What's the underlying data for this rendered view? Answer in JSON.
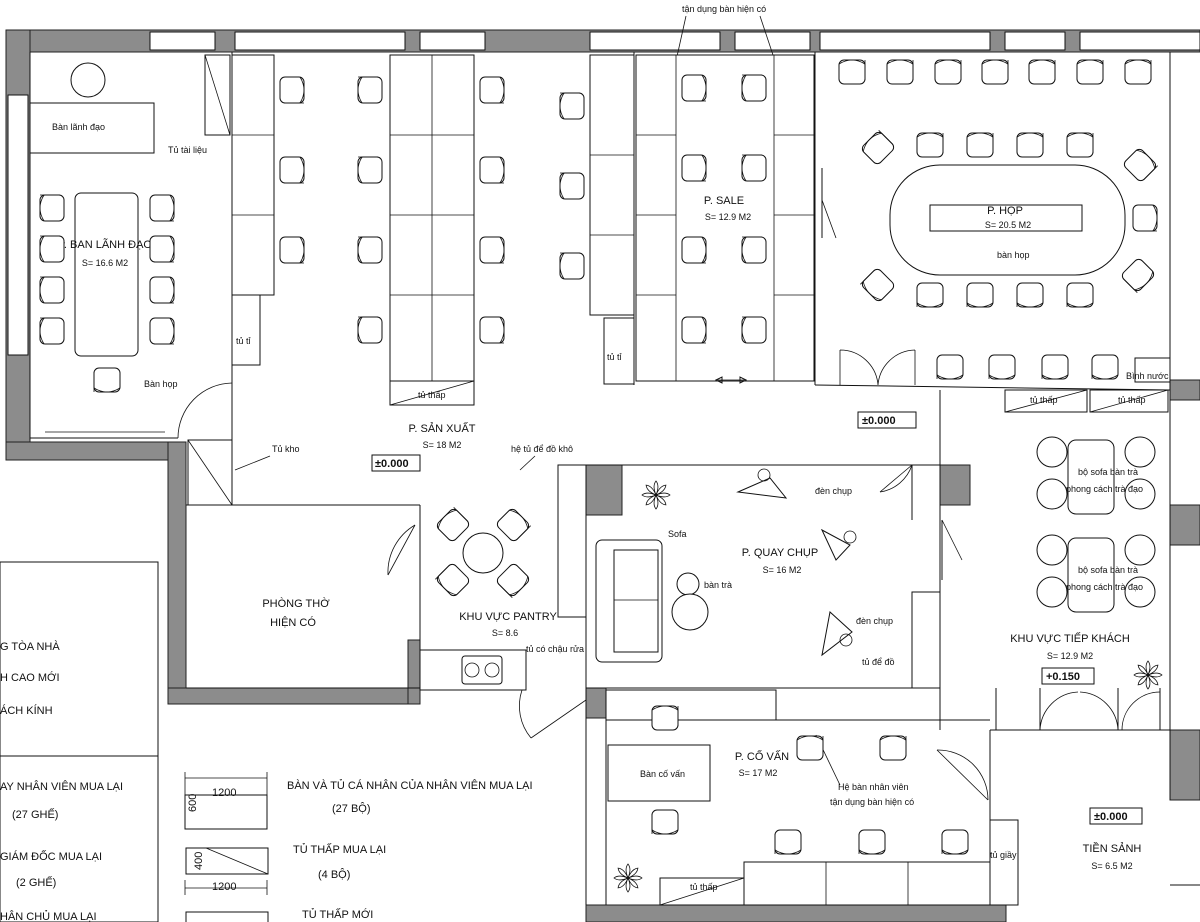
{
  "rooms": {
    "ban_lanh_dao": {
      "name": "P. BAN LÃNH ĐẠO",
      "area": "S= 16.6 M2"
    },
    "san_xuat": {
      "name": "P. SẢN XUẤT",
      "area": "S= 18 M2"
    },
    "sale": {
      "name": "P. SALE",
      "area": "S= 12.9 M2"
    },
    "hop": {
      "name": "P. HỌP",
      "area": "S= 20.5 M2"
    },
    "quay_chup": {
      "name": "P. QUAY CHỤP",
      "area": "S= 16 M2"
    },
    "pantry": {
      "name": "KHU VỰC PANTRY",
      "area": "S= 8.6"
    },
    "tiep_khach": {
      "name": "KHU VỰC TIẾP KHÁCH",
      "area": "S= 12.9 M2"
    },
    "co_van": {
      "name": "P. CỐ VẤN",
      "area": "S= 17 M2"
    },
    "tien_sanh": {
      "name": "TIỀN SẢNH",
      "area": "S= 6.5 M2"
    },
    "phong_tho_1": "PHÒNG THỜ",
    "phong_tho_2": "HIỆN CÓ"
  },
  "labels": {
    "ban_lanh_dao_desk": "Bàn lãnh đạo",
    "tu_tai_lieu": "Tủ tài liệu",
    "ban_hop_small": "Bàn họp",
    "tu_ti_1": "tủ tỉ",
    "tu_ti_2": "tủ tỉ",
    "tu_kho": "Tủ kho",
    "tu_thap_sx": "tủ thấp",
    "tan_dung_top": "tận dụng bàn hiện có",
    "ban_hop_big": "bàn họp",
    "binh_nuoc": "Bình nước",
    "tu_thap_1": "tủ thấp",
    "tu_thap_2": "tủ thấp",
    "he_tu": "hệ tủ để đồ khô",
    "sofa": "Sofa",
    "den_chup_1": "đèn chụp",
    "den_chup_2": "đèn chụp",
    "ban_tra": "bàn trà",
    "tu_de_do": "tủ để đồ",
    "tu_co_chau_rua": "tủ có chậu rửa",
    "sofa_set_1a": "bộ sofa bàn trà",
    "sofa_set_1b": "phong cách trà đạo",
    "sofa_set_2a": "bộ sofa bàn trà",
    "sofa_set_2b": "phong cách trà đạo",
    "ban_co_van": "Bàn cố vấn",
    "he_ban_1": "Hệ bàn nhân viên",
    "he_ban_2": "tận dụng bàn hiện có",
    "tu_thap_cv": "tủ thấp",
    "tu_giay": "tủ giầy"
  },
  "levels": {
    "l1": "±0.000",
    "l2": "±0.000",
    "l3": "+0.150",
    "l4": "±0.000"
  },
  "legend": {
    "left_1": "G TÒA NHÀ",
    "left_2": "H CAO MỚI",
    "left_3": "ÁCH KÍNH",
    "left_4": "AY NHÂN VIÊN MUA LẠI",
    "left_5": "(27 GHẾ)",
    "left_6": "GIÁM ĐỐC MUA LẠI",
    "left_7": "(2 GHẾ)",
    "left_8": "HÂN CHỦ MUA LẠI",
    "dim_w1": "1200",
    "dim_h1": "600",
    "dim_h2": "400",
    "dim_w2": "1200",
    "item1_a": "BÀN VÀ TỦ CÁ NHÂN CỦA NHÂN VIÊN MUA LẠI",
    "item1_b": "(27 BỘ)",
    "item2_a": "TỦ THẤP MUA LẠI",
    "item2_b": "(4 BỘ)",
    "item3_a": "TỦ THẤP MỚI"
  },
  "colors": {
    "wall": "#8c8c8c",
    "line": "#111111",
    "background": "#ffffff"
  }
}
